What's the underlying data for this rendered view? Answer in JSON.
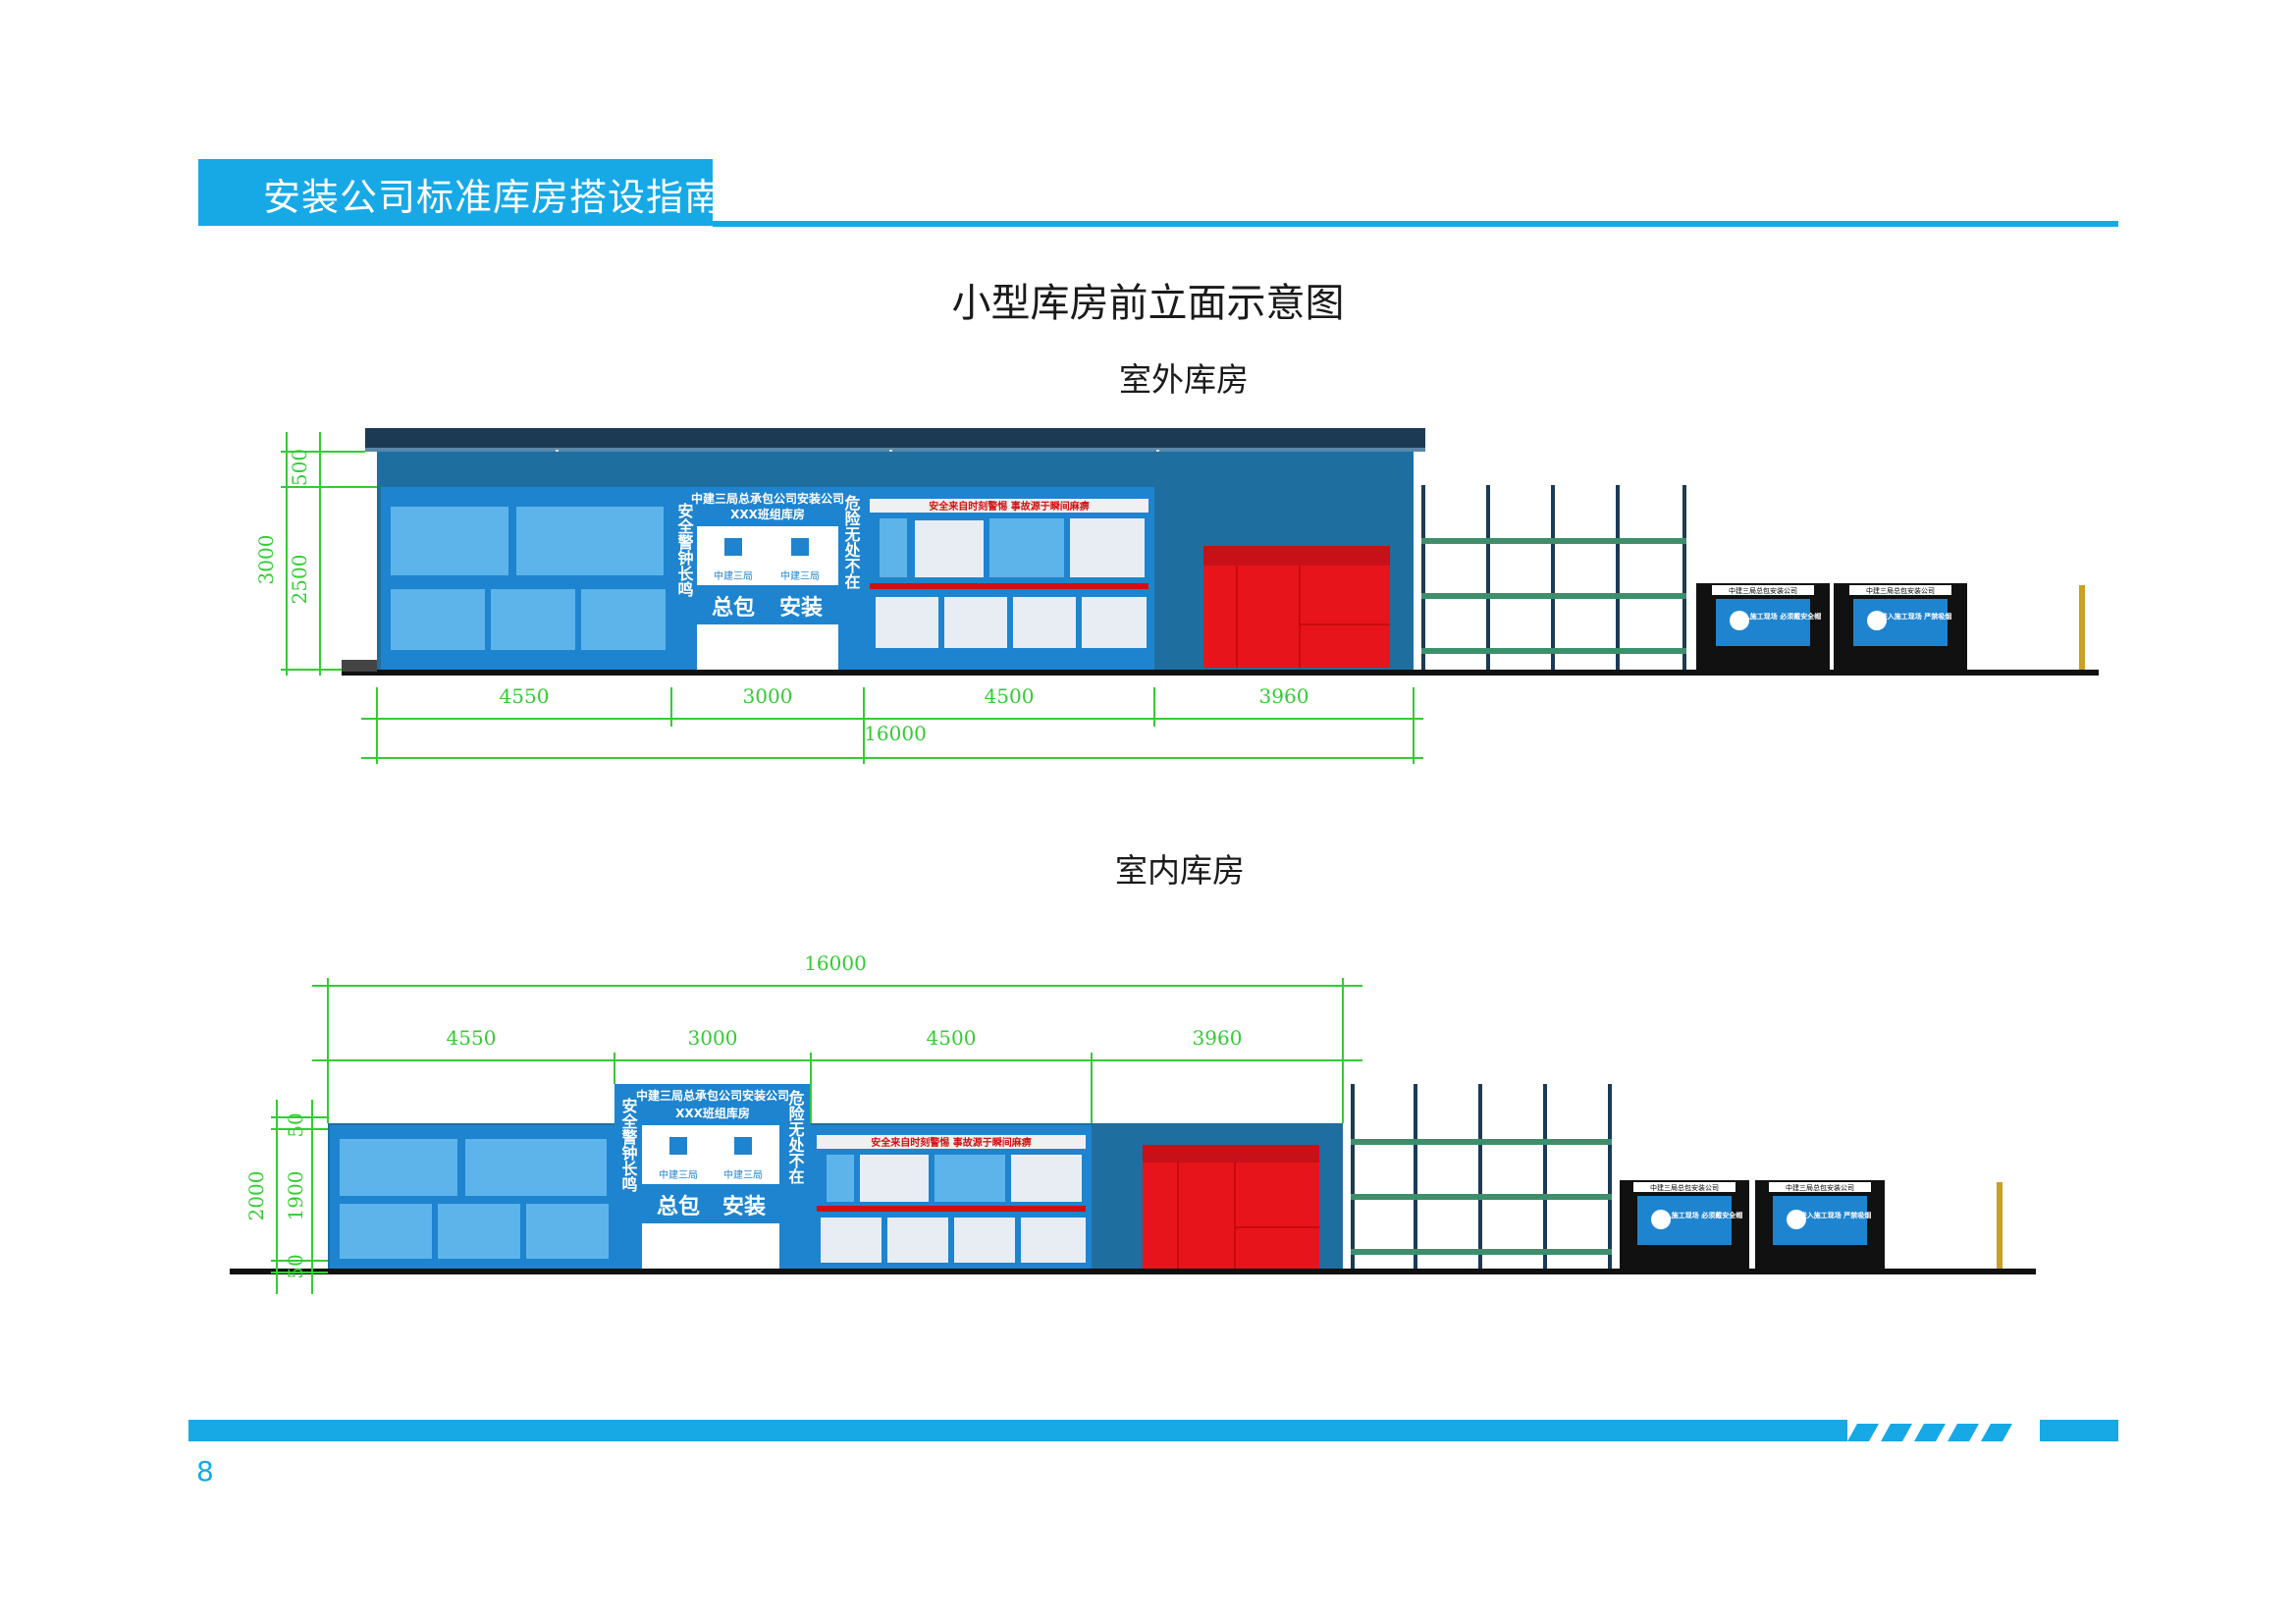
{
  "header": {
    "title": "安装公司标准库房搭设指南"
  },
  "page": {
    "title": "小型库房前立面示意图",
    "number": "8"
  },
  "outdoor": {
    "title": "室外库房",
    "dims": {
      "d1": "4550",
      "d2": "3000",
      "d3": "4500",
      "d4": "3960",
      "total": "16000",
      "v_total": "3000",
      "v_top": "500",
      "v_main": "2500"
    }
  },
  "indoor": {
    "title": "室内库房",
    "dims": {
      "d1": "4550",
      "d2": "3000",
      "d3": "4500",
      "d4": "3960",
      "total": "16000",
      "v_total": "2000",
      "v_top": "50",
      "v_main": "1900",
      "v_bot": "50"
    }
  },
  "signage": {
    "company_line1": "中建三局总承包公司安装公司",
    "company_line2": "XXX班组库房",
    "left_vertical": "安全警钟长鸣",
    "right_vertical": "危险无处不在",
    "brand": "中建三局",
    "slogan_left": "总包",
    "slogan_right": "安装",
    "banner": "安全来自时刻警惕 事故源于瞬间麻痹",
    "board_title": "中建三局总包安装公司",
    "board_text_1": "进入施工现场 必须戴安全帽",
    "board_text_2": "进入施工现场 严禁吸烟"
  },
  "colors": {
    "brand_blue": "#16a9e6",
    "wall_blue": "#1f6ea0",
    "door_red": "#e8141b",
    "dim_green": "#33cc33"
  }
}
